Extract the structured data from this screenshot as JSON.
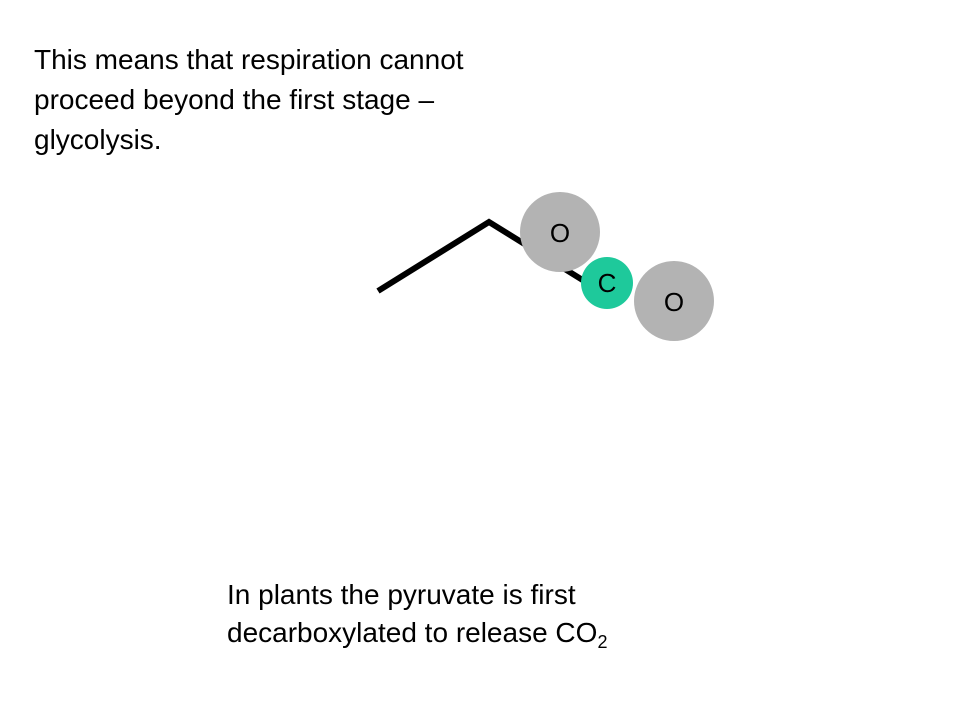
{
  "slide": {
    "top_text": "This means that respiration cannot proceed beyond the first stage – glycolysis.",
    "bottom_text": {
      "prefix": "In plants the pyruvate is first decarboxylated to release CO",
      "subscript": "2"
    }
  },
  "diagram": {
    "atoms": [
      {
        "label": "O",
        "color": "#b3b3b3"
      },
      {
        "label": "C",
        "color": "#1ec99b"
      },
      {
        "label": "O",
        "color": "#b3b3b3"
      }
    ],
    "bond_color": "#000000"
  }
}
